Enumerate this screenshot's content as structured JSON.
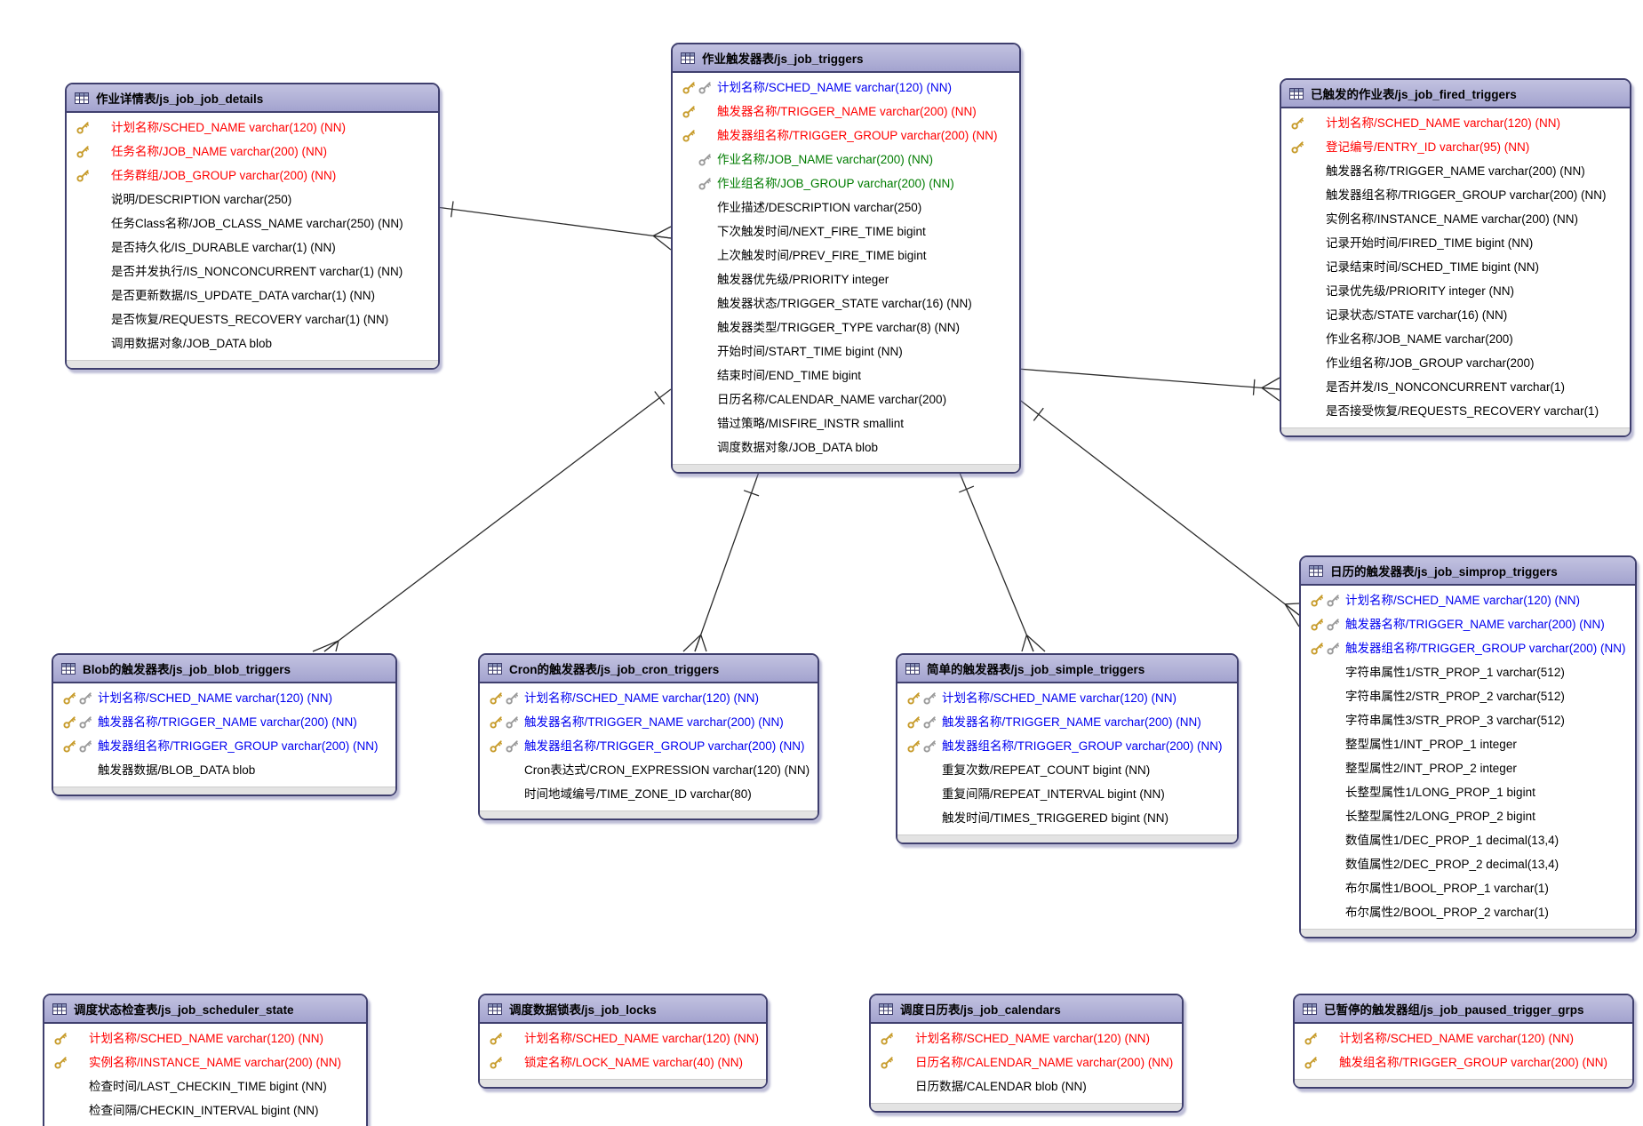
{
  "colors": {
    "pk_text": "#ff0000",
    "pk_fk_text": "#0000f0",
    "fk_text": "#007c00",
    "plain_text": "#000000",
    "table_header": "#a9a9d3",
    "table_border": "#3f3f6e",
    "gold_key": "#c79b2a",
    "gray_key": "#9a9a9a",
    "line": "#2b2b2b"
  },
  "tables": [
    {
      "id": "js_job_job_details",
      "title": "作业详情表/js_job_job_details",
      "fields": [
        {
          "text": "计划名称/SCHED_NAME varchar(120) (NN)",
          "color": "red",
          "keys": [
            "gold"
          ]
        },
        {
          "text": "任务名称/JOB_NAME varchar(200) (NN)",
          "color": "red",
          "keys": [
            "gold"
          ]
        },
        {
          "text": "任务群组/JOB_GROUP varchar(200) (NN)",
          "color": "red",
          "keys": [
            "gold"
          ]
        },
        {
          "text": "说明/DESCRIPTION varchar(250)",
          "color": "black",
          "keys": []
        },
        {
          "text": "任务Class名称/JOB_CLASS_NAME varchar(250) (NN)",
          "color": "black",
          "keys": []
        },
        {
          "text": "是否持久化/IS_DURABLE varchar(1) (NN)",
          "color": "black",
          "keys": []
        },
        {
          "text": "是否并发执行/IS_NONCONCURRENT varchar(1) (NN)",
          "color": "black",
          "keys": []
        },
        {
          "text": "是否更新数据/IS_UPDATE_DATA varchar(1) (NN)",
          "color": "black",
          "keys": []
        },
        {
          "text": "是否恢复/REQUESTS_RECOVERY varchar(1) (NN)",
          "color": "black",
          "keys": []
        },
        {
          "text": "调用数据对象/JOB_DATA blob",
          "color": "black",
          "keys": []
        }
      ]
    },
    {
      "id": "js_job_triggers",
      "title": "作业触发器表/js_job_triggers",
      "fields": [
        {
          "text": "计划名称/SCHED_NAME varchar(120) (NN)",
          "color": "blue",
          "keys": [
            "gold",
            "gray"
          ]
        },
        {
          "text": "触发器名称/TRIGGER_NAME varchar(200) (NN)",
          "color": "red",
          "keys": [
            "gold"
          ]
        },
        {
          "text": "触发器组名称/TRIGGER_GROUP varchar(200) (NN)",
          "color": "red",
          "keys": [
            "gold"
          ]
        },
        {
          "text": "作业名称/JOB_NAME varchar(200) (NN)",
          "color": "green",
          "keys": [
            "gray"
          ]
        },
        {
          "text": "作业组名称/JOB_GROUP varchar(200) (NN)",
          "color": "green",
          "keys": [
            "gray"
          ]
        },
        {
          "text": "作业描述/DESCRIPTION varchar(250)",
          "color": "black",
          "keys": []
        },
        {
          "text": "下次触发时间/NEXT_FIRE_TIME bigint",
          "color": "black",
          "keys": []
        },
        {
          "text": "上次触发时间/PREV_FIRE_TIME bigint",
          "color": "black",
          "keys": []
        },
        {
          "text": "触发器优先级/PRIORITY integer",
          "color": "black",
          "keys": []
        },
        {
          "text": "触发器状态/TRIGGER_STATE varchar(16) (NN)",
          "color": "black",
          "keys": []
        },
        {
          "text": "触发器类型/TRIGGER_TYPE varchar(8) (NN)",
          "color": "black",
          "keys": []
        },
        {
          "text": "开始时间/START_TIME bigint (NN)",
          "color": "black",
          "keys": []
        },
        {
          "text": "结束时间/END_TIME bigint",
          "color": "black",
          "keys": []
        },
        {
          "text": "日历名称/CALENDAR_NAME varchar(200)",
          "color": "black",
          "keys": []
        },
        {
          "text": "错过策略/MISFIRE_INSTR smallint",
          "color": "black",
          "keys": []
        },
        {
          "text": "调度数据对象/JOB_DATA blob",
          "color": "black",
          "keys": []
        }
      ]
    },
    {
      "id": "js_job_fired_triggers",
      "title": "已触发的作业表/js_job_fired_triggers",
      "fields": [
        {
          "text": "计划名称/SCHED_NAME varchar(120) (NN)",
          "color": "red",
          "keys": [
            "gold"
          ]
        },
        {
          "text": "登记编号/ENTRY_ID varchar(95) (NN)",
          "color": "red",
          "keys": [
            "gold"
          ]
        },
        {
          "text": "触发器名称/TRIGGER_NAME varchar(200) (NN)",
          "color": "black",
          "keys": []
        },
        {
          "text": "触发器组名称/TRIGGER_GROUP varchar(200) (NN)",
          "color": "black",
          "keys": []
        },
        {
          "text": "实例名称/INSTANCE_NAME varchar(200) (NN)",
          "color": "black",
          "keys": []
        },
        {
          "text": "记录开始时间/FIRED_TIME bigint (NN)",
          "color": "black",
          "keys": []
        },
        {
          "text": "记录结束时间/SCHED_TIME bigint (NN)",
          "color": "black",
          "keys": []
        },
        {
          "text": "记录优先级/PRIORITY integer (NN)",
          "color": "black",
          "keys": []
        },
        {
          "text": "记录状态/STATE varchar(16) (NN)",
          "color": "black",
          "keys": []
        },
        {
          "text": "作业名称/JOB_NAME varchar(200)",
          "color": "black",
          "keys": []
        },
        {
          "text": "作业组名称/JOB_GROUP varchar(200)",
          "color": "black",
          "keys": []
        },
        {
          "text": "是否并发/IS_NONCONCURRENT varchar(1)",
          "color": "black",
          "keys": []
        },
        {
          "text": "是否接受恢复/REQUESTS_RECOVERY varchar(1)",
          "color": "black",
          "keys": []
        }
      ]
    },
    {
      "id": "js_job_blob_triggers",
      "title": "Blob的触发器表/js_job_blob_triggers",
      "fields": [
        {
          "text": "计划名称/SCHED_NAME varchar(120) (NN)",
          "color": "blue",
          "keys": [
            "gold",
            "gray"
          ]
        },
        {
          "text": "触发器名称/TRIGGER_NAME varchar(200) (NN)",
          "color": "blue",
          "keys": [
            "gold",
            "gray"
          ]
        },
        {
          "text": "触发器组名称/TRIGGER_GROUP varchar(200) (NN)",
          "color": "blue",
          "keys": [
            "gold",
            "gray"
          ]
        },
        {
          "text": "触发器数据/BLOB_DATA blob",
          "color": "black",
          "keys": []
        }
      ]
    },
    {
      "id": "js_job_cron_triggers",
      "title": "Cron的触发器表/js_job_cron_triggers",
      "fields": [
        {
          "text": "计划名称/SCHED_NAME varchar(120) (NN)",
          "color": "blue",
          "keys": [
            "gold",
            "gray"
          ]
        },
        {
          "text": "触发器名称/TRIGGER_NAME varchar(200) (NN)",
          "color": "blue",
          "keys": [
            "gold",
            "gray"
          ]
        },
        {
          "text": "触发器组名称/TRIGGER_GROUP varchar(200) (NN)",
          "color": "blue",
          "keys": [
            "gold",
            "gray"
          ]
        },
        {
          "text": "Cron表达式/CRON_EXPRESSION varchar(120) (NN)",
          "color": "black",
          "keys": []
        },
        {
          "text": "时间地域编号/TIME_ZONE_ID varchar(80)",
          "color": "black",
          "keys": []
        }
      ]
    },
    {
      "id": "js_job_simple_triggers",
      "title": "简单的触发器表/js_job_simple_triggers",
      "fields": [
        {
          "text": "计划名称/SCHED_NAME varchar(120) (NN)",
          "color": "blue",
          "keys": [
            "gold",
            "gray"
          ]
        },
        {
          "text": "触发器名称/TRIGGER_NAME varchar(200) (NN)",
          "color": "blue",
          "keys": [
            "gold",
            "gray"
          ]
        },
        {
          "text": "触发器组名称/TRIGGER_GROUP varchar(200) (NN)",
          "color": "blue",
          "keys": [
            "gold",
            "gray"
          ]
        },
        {
          "text": "重复次数/REPEAT_COUNT bigint (NN)",
          "color": "black",
          "keys": []
        },
        {
          "text": "重复间隔/REPEAT_INTERVAL bigint (NN)",
          "color": "black",
          "keys": []
        },
        {
          "text": "触发时间/TIMES_TRIGGERED bigint (NN)",
          "color": "black",
          "keys": []
        }
      ]
    },
    {
      "id": "js_job_simprop_triggers",
      "title": "日历的触发器表/js_job_simprop_triggers",
      "fields": [
        {
          "text": "计划名称/SCHED_NAME varchar(120) (NN)",
          "color": "blue",
          "keys": [
            "gold",
            "gray"
          ]
        },
        {
          "text": "触发器名称/TRIGGER_NAME varchar(200) (NN)",
          "color": "blue",
          "keys": [
            "gold",
            "gray"
          ]
        },
        {
          "text": "触发器组名称/TRIGGER_GROUP varchar(200) (NN)",
          "color": "blue",
          "keys": [
            "gold",
            "gray"
          ]
        },
        {
          "text": "字符串属性1/STR_PROP_1 varchar(512)",
          "color": "black",
          "keys": []
        },
        {
          "text": "字符串属性2/STR_PROP_2 varchar(512)",
          "color": "black",
          "keys": []
        },
        {
          "text": "字符串属性3/STR_PROP_3 varchar(512)",
          "color": "black",
          "keys": []
        },
        {
          "text": "整型属性1/INT_PROP_1 integer",
          "color": "black",
          "keys": []
        },
        {
          "text": "整型属性2/INT_PROP_2 integer",
          "color": "black",
          "keys": []
        },
        {
          "text": "长整型属性1/LONG_PROP_1 bigint",
          "color": "black",
          "keys": []
        },
        {
          "text": "长整型属性2/LONG_PROP_2 bigint",
          "color": "black",
          "keys": []
        },
        {
          "text": "数值属性1/DEC_PROP_1 decimal(13,4)",
          "color": "black",
          "keys": []
        },
        {
          "text": "数值属性2/DEC_PROP_2 decimal(13,4)",
          "color": "black",
          "keys": []
        },
        {
          "text": "布尔属性1/BOOL_PROP_1 varchar(1)",
          "color": "black",
          "keys": []
        },
        {
          "text": "布尔属性2/BOOL_PROP_2 varchar(1)",
          "color": "black",
          "keys": []
        }
      ]
    },
    {
      "id": "js_job_scheduler_state",
      "title": "调度状态检查表/js_job_scheduler_state",
      "fields": [
        {
          "text": "计划名称/SCHED_NAME varchar(120) (NN)",
          "color": "red",
          "keys": [
            "gold"
          ]
        },
        {
          "text": "实例名称/INSTANCE_NAME varchar(200) (NN)",
          "color": "red",
          "keys": [
            "gold"
          ]
        },
        {
          "text": "检查时间/LAST_CHECKIN_TIME bigint (NN)",
          "color": "black",
          "keys": []
        },
        {
          "text": "检查间隔/CHECKIN_INTERVAL bigint (NN)",
          "color": "black",
          "keys": []
        }
      ]
    },
    {
      "id": "js_job_locks",
      "title": "调度数据锁表/js_job_locks",
      "fields": [
        {
          "text": "计划名称/SCHED_NAME varchar(120) (NN)",
          "color": "red",
          "keys": [
            "gold"
          ]
        },
        {
          "text": "锁定名称/LOCK_NAME varchar(40) (NN)",
          "color": "red",
          "keys": [
            "gold"
          ]
        }
      ]
    },
    {
      "id": "js_job_calendars",
      "title": "调度日历表/js_job_calendars",
      "fields": [
        {
          "text": "计划名称/SCHED_NAME varchar(120) (NN)",
          "color": "red",
          "keys": [
            "gold"
          ]
        },
        {
          "text": "日历名称/CALENDAR_NAME varchar(200) (NN)",
          "color": "red",
          "keys": [
            "gold"
          ]
        },
        {
          "text": "日历数据/CALENDAR blob (NN)",
          "color": "black",
          "keys": []
        }
      ]
    },
    {
      "id": "js_job_paused_trigger_grps",
      "title": "已暂停的触发器组/js_job_paused_trigger_grps",
      "fields": [
        {
          "text": "计划名称/SCHED_NAME varchar(120) (NN)",
          "color": "red",
          "keys": [
            "gold"
          ]
        },
        {
          "text": "触发组名称/TRIGGER_GROUP varchar(200) (NN)",
          "color": "red",
          "keys": [
            "gold"
          ]
        }
      ]
    }
  ],
  "relationships": [
    {
      "from": "js_job_job_details",
      "to": "js_job_triggers"
    },
    {
      "from": "js_job_triggers",
      "to": "js_job_blob_triggers"
    },
    {
      "from": "js_job_triggers",
      "to": "js_job_cron_triggers"
    },
    {
      "from": "js_job_triggers",
      "to": "js_job_simple_triggers"
    },
    {
      "from": "js_job_triggers",
      "to": "js_job_simprop_triggers"
    },
    {
      "from": "js_job_triggers",
      "to": "js_job_fired_triggers"
    }
  ]
}
